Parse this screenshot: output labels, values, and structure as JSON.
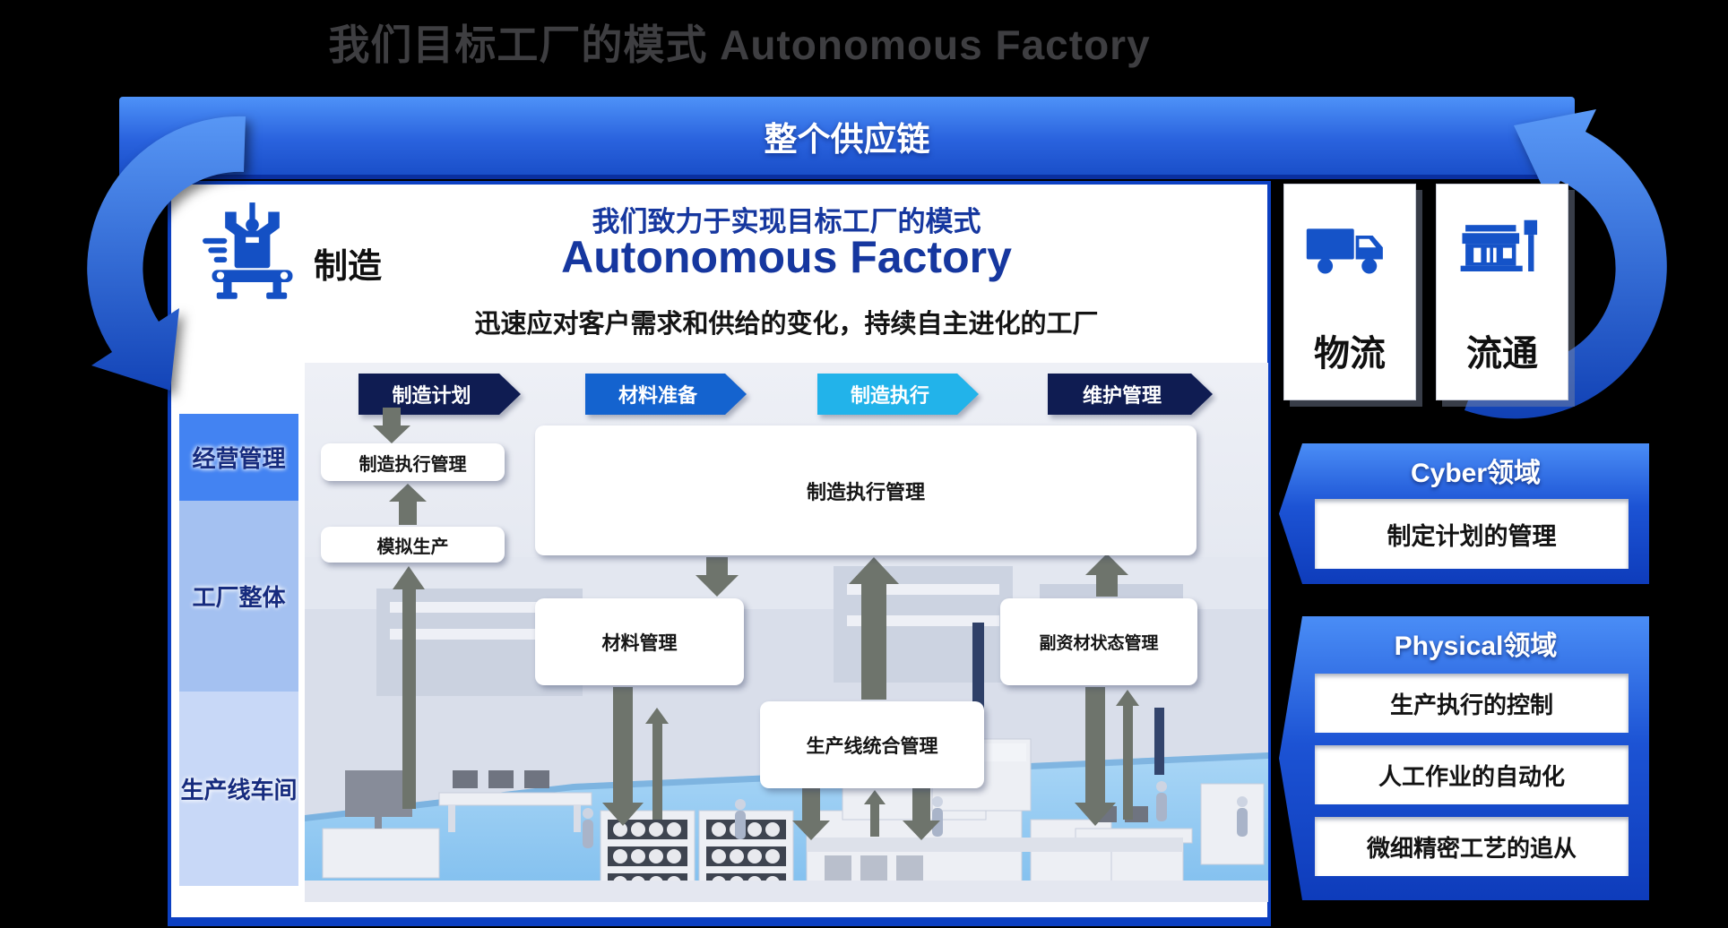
{
  "page": {
    "title": "我们目标工厂的模式 Autonomous Factory"
  },
  "banner": {
    "label": "整个供应链"
  },
  "factory": {
    "badge_label": "制造",
    "headline": "我们致力于实现目标工厂的模式",
    "headline_en": "Autonomous Factory",
    "subtitle": "迅速应对客户需求和供给的变化，持续自主进化的工厂",
    "levels": [
      {
        "label": "经营管理"
      },
      {
        "label": "工厂整体"
      },
      {
        "label": "生产线车间"
      }
    ],
    "process_steps": [
      {
        "label": "制造计划"
      },
      {
        "label": "材料准备"
      },
      {
        "label": "制造执行"
      },
      {
        "label": "维护管理"
      }
    ],
    "modules": {
      "mes_top": "制造执行管理",
      "simulation": "模拟生产",
      "mes_main": "制造执行管理",
      "material": "材料管理",
      "submaterial": "副资材状态管理",
      "line_integration": "生产线统合管理"
    }
  },
  "side_cards": [
    {
      "label": "物流",
      "icon": "truck-icon"
    },
    {
      "label": "流通",
      "icon": "store-icon"
    }
  ],
  "domains": [
    {
      "title": "Cyber领域",
      "items": [
        "制定计划的管理"
      ]
    },
    {
      "title": "Physical领域",
      "items": [
        "生产执行的控制",
        "人工作业的自动化",
        "微细精密工艺的追从"
      ]
    }
  ],
  "colors": {
    "banner_top": "#4E92F8",
    "banner_bottom": "#1A4FC9",
    "chevron_dark": "#0F1C52",
    "chevron_medium": "#1463CF",
    "chevron_light": "#22B3EA",
    "arrow_gray": "#6E746C",
    "headline_blue": "#16379F",
    "icon_blue": "#1450C4"
  }
}
